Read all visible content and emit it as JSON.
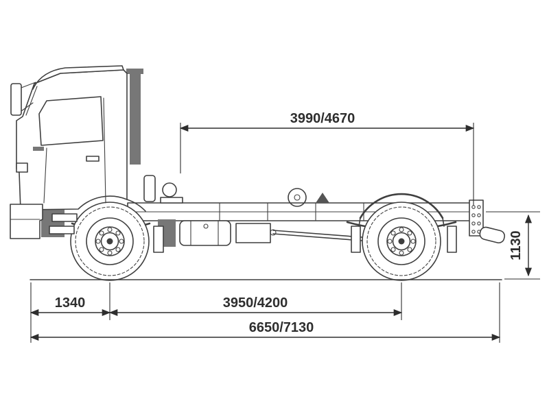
{
  "diagram": {
    "type": "technical-drawing",
    "subject": "truck-chassis-side-view",
    "dimensions": {
      "top_span": "3990/4670",
      "rear_height": "1130",
      "front_overhang": "1340",
      "wheelbase": "3950/4200",
      "overall_length": "6650/7130"
    },
    "colors": {
      "background": "#ffffff",
      "line": "#3f3f3f",
      "dimension_text": "#2e2e2e",
      "gray_fill": "#777777"
    }
  }
}
